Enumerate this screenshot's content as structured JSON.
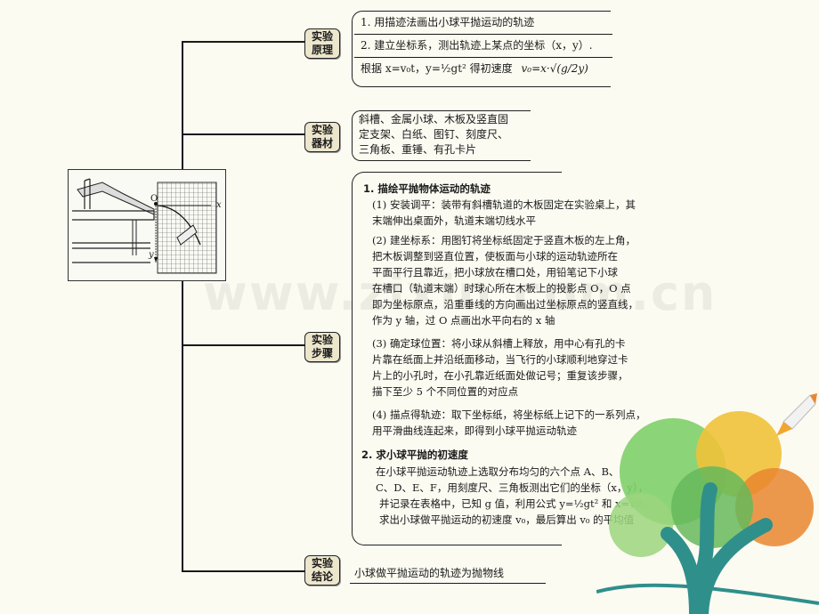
{
  "watermark": "www.zixin.com.cn",
  "sections": {
    "principle": {
      "label_1": "实验",
      "label_2": "原理",
      "line1": "1. 用描迹法画出小球平抛运动的轨迹",
      "line2": "2. 建立坐标系，测出轨迹上某点的坐标（x，y）.",
      "line3_pre": "根据 x=v₀t，y=½gt² 得初速度",
      "line3_formula": "v₀=x·√(g/2y)"
    },
    "equipment": {
      "label_1": "实验",
      "label_2": "器材",
      "lines": [
        "斜槽、金属小球、木板及竖直固",
        "定支架、白纸、图钉、刻度尺、",
        "三角板、重锤、有孔卡片"
      ]
    },
    "steps": {
      "label_1": "实验",
      "label_2": "步骤",
      "lines": [
        "1. 描绘平抛物体运动的轨迹",
        "(1) 安装调平：装带有斜槽轨道的木板固定在实验桌上，其",
        "末端伸出桌面外，轨道末端切线水平",
        "(2) 建坐标系：用图钉将坐标纸固定于竖直木板的左上角，",
        "把木板调整到竖直位置，使板面与小球的运动轨迹所在",
        "平面平行且靠近，把小球放在槽口处，用铅笔记下小球",
        "在槽口（轨道末端）时球心所在木板上的投影点 O，O 点",
        "即为坐标原点，沿重垂线的方向画出过坐标原点的竖直线，",
        "作为 y 轴，过 O 点画出水平向右的 x 轴",
        "(3) 确定球位置：将小球从斜槽上释放，用中心有孔的卡",
        "片靠在纸面上并沿纸面移动，当飞行的小球顺利地穿过卡",
        "片上的小孔时，在小孔靠近纸面处做记号；重复该步骤，",
        "描下至少 5 个不同位置的对应点",
        "(4) 描点得轨迹：取下坐标纸，将坐标纸上记下的一系列点，",
        "用平滑曲线连起来，即得到小球平抛运动轨迹",
        "2. 求小球平抛的初速度",
        "在小球平抛运动轨迹上选取分布均匀的六个点 A、B、",
        "C、D、E、F，用刻度尺、三角板测出它们的坐标（x，y），",
        "并记录在表格中，已知 g 值，利用公式 y=½gt² 和 x=v₀t，",
        "求出小球做平抛运动的初速度 v₀，最后算出 v₀ 的平均值"
      ]
    },
    "conclusion": {
      "label_1": "实验",
      "label_2": "结论",
      "line": "小球做平抛运动的轨迹为抛物线"
    }
  },
  "figure": {
    "origin": "O",
    "x_axis": "x",
    "y_axis": "y"
  }
}
